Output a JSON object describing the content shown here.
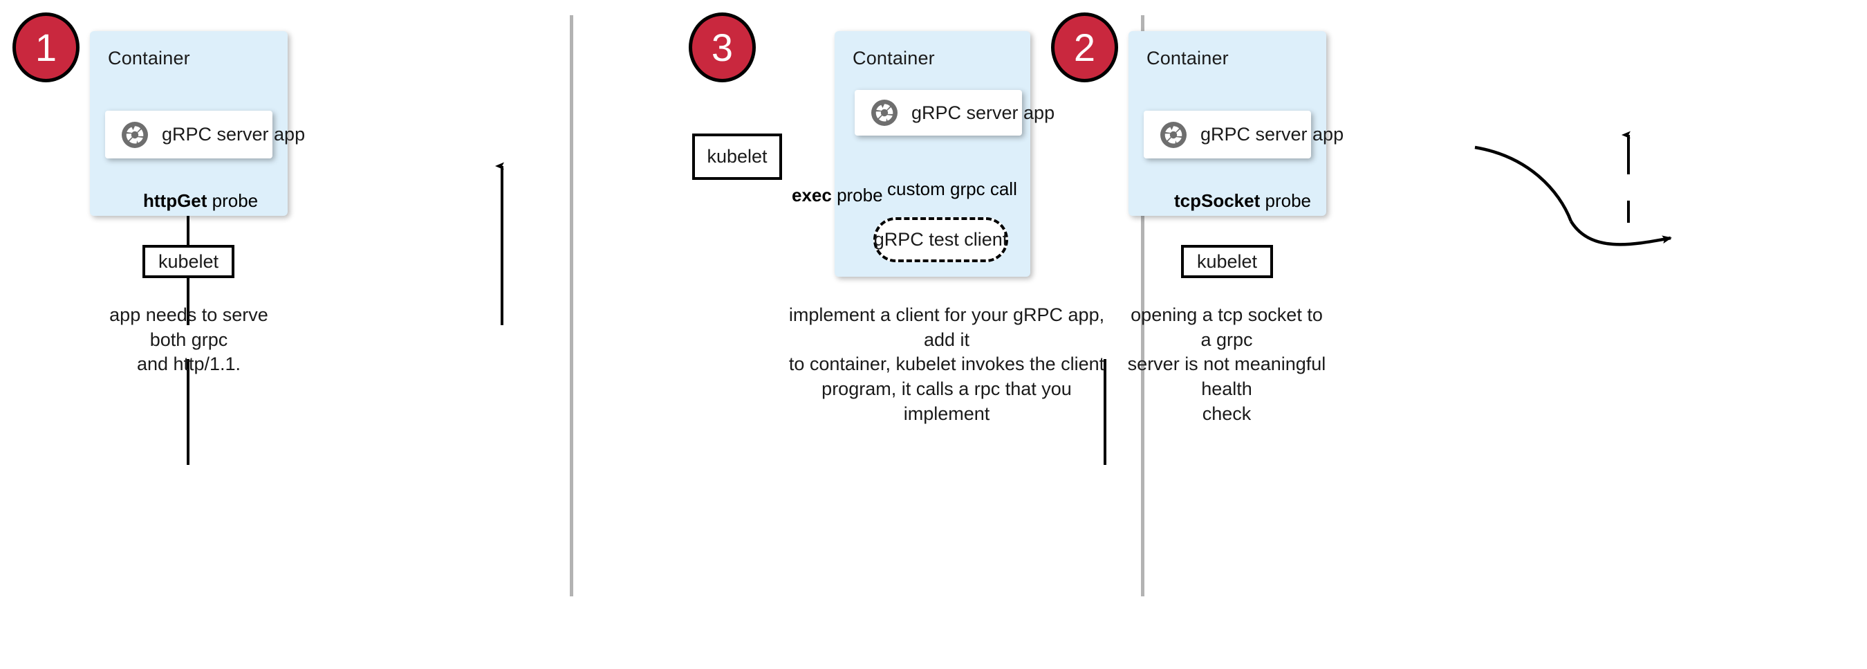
{
  "theme": {
    "badge_fill": "#C9283E",
    "badge_text": "#FFFFFF",
    "container_fill": "#DDEFFA",
    "card_fill": "#FFFFFF",
    "line_color": "#000000",
    "separator_color": "#B3B3B3",
    "icon_color": "#6E6E6E",
    "page_background": "#FFFFFF"
  },
  "panels": [
    {
      "step_number": "1",
      "container_title": "Container",
      "app_label": "gRPC server app",
      "app_icon": "grpc-aperture-icon",
      "probe_label_bold": "httpGet",
      "probe_label_rest": " probe",
      "kubelet_label": "kubelet",
      "caption": "app needs to serve both grpc and http/1.1.",
      "caption_lines": [
        "app needs to serve both grpc",
        "and http/1.1."
      ]
    },
    {
      "step_number": "2",
      "container_title": "Container",
      "app_label": "gRPC server app",
      "app_icon": "grpc-aperture-icon",
      "probe_label_bold": "tcpSocket",
      "probe_label_rest": " probe",
      "kubelet_label": "kubelet",
      "caption": "opening a tcp socket to a grpc server is not meaningful health check",
      "caption_lines": [
        "opening a tcp socket to a grpc",
        "server is not meaningful health",
        "check"
      ]
    },
    {
      "step_number": "3",
      "container_title": "Container",
      "app_label": "gRPC server app",
      "app_icon": "grpc-aperture-icon",
      "probe_label_bold": "exec",
      "probe_label_rest": " probe",
      "kubelet_label": "kubelet",
      "internal_call_label": "custom grpc call",
      "test_client_label": "gRPC test client",
      "caption": "implement a client for your gRPC app, add it to container, kubelet invokes the client program, it calls a rpc that you implement",
      "caption_lines": [
        "implement a client for your gRPC app, add it",
        "to container, kubelet invokes the client",
        "program, it calls a rpc that you implement"
      ]
    }
  ]
}
